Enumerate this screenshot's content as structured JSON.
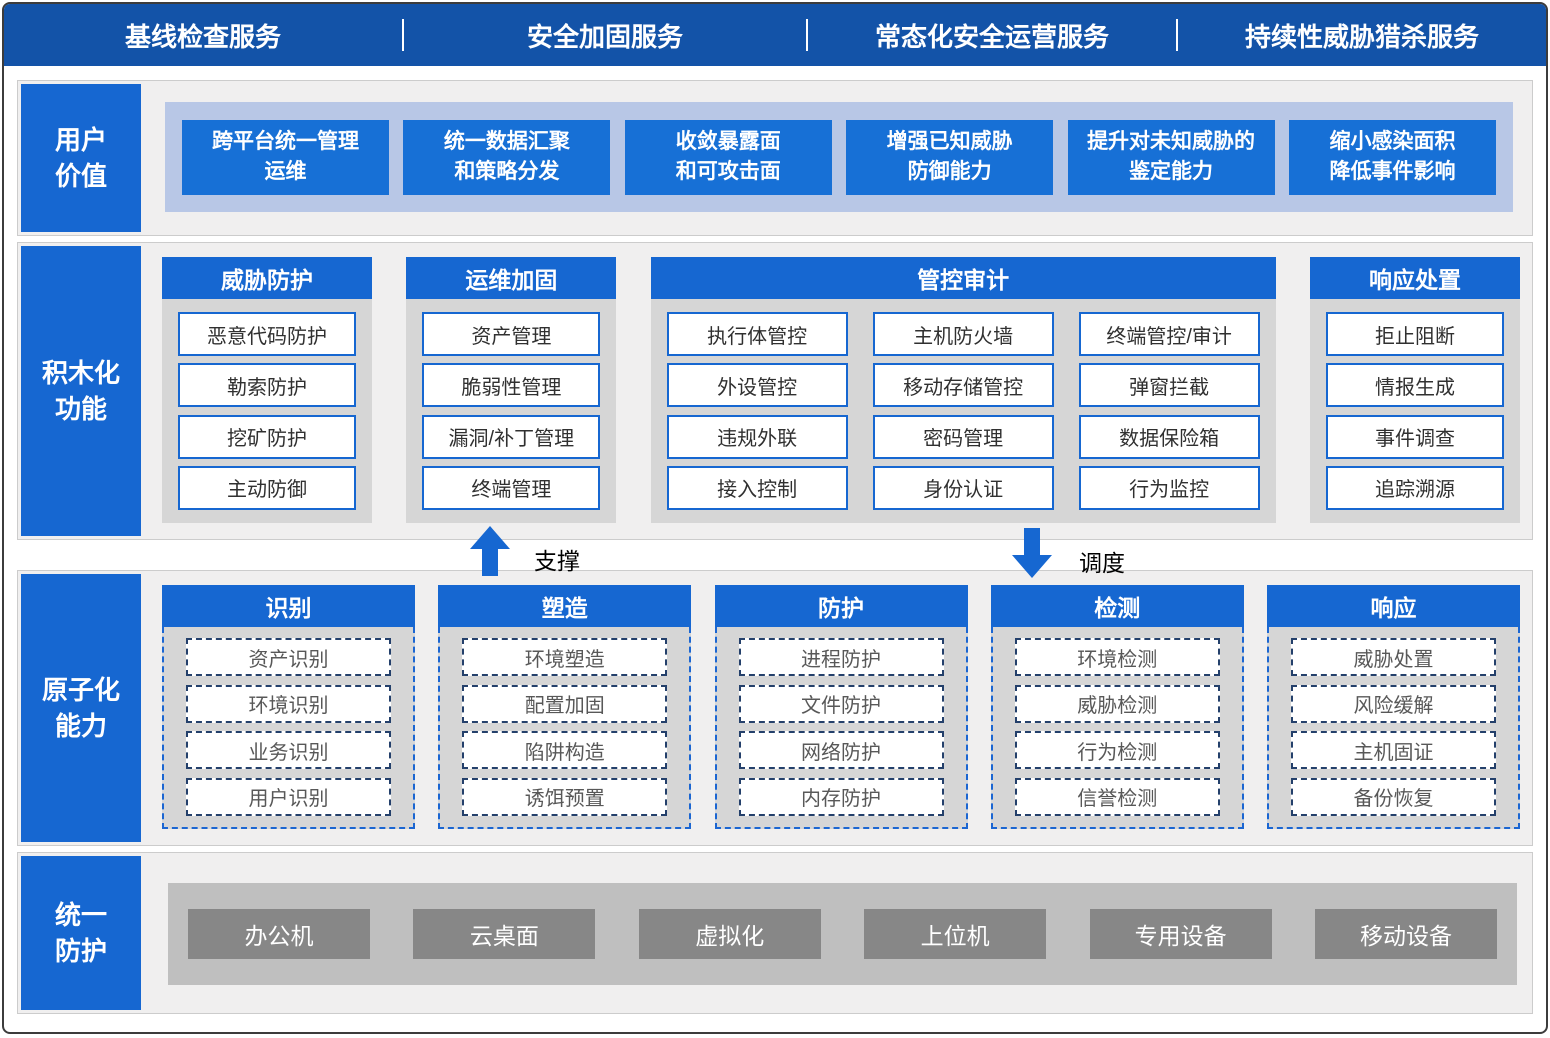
{
  "topbar": {
    "services": [
      "基线检查服务",
      "安全加固服务",
      "常态化安全运营服务",
      "持续性威胁猎杀服务"
    ]
  },
  "user_value_row": {
    "sidebar": "用户\n价值",
    "items": [
      "跨平台统一管理\n运维",
      "统一数据汇聚\n和策略分发",
      "收敛暴露面\n和可攻击面",
      "增强已知威胁\n防御能力",
      "提升对未知威胁的\n鉴定能力",
      "缩小感染面积\n降低事件影响"
    ]
  },
  "functions_row": {
    "sidebar": "积木化\n功能",
    "groups": [
      {
        "title": "威胁防护",
        "items": [
          "恶意代码防护",
          "勒索防护",
          "挖矿防护",
          "主动防御"
        ]
      },
      {
        "title": "运维加固",
        "items": [
          "资产管理",
          "脆弱性管理",
          "漏洞/补丁管理",
          "终端管理"
        ]
      },
      {
        "title": "管控审计",
        "columns": [
          [
            "执行体管控",
            "外设管控",
            "违规外联",
            "接入控制"
          ],
          [
            "主机防火墙",
            "移动存储管控",
            "密码管理",
            "身份认证"
          ],
          [
            "终端管控/审计",
            "弹窗拦截",
            "数据保险箱",
            "行为监控"
          ]
        ]
      },
      {
        "title": "响应处置",
        "items": [
          "拒止阻断",
          "情报生成",
          "事件调查",
          "追踪溯源"
        ]
      }
    ]
  },
  "arrows": {
    "up_label": "支撑",
    "down_label": "调度"
  },
  "abilities_row": {
    "sidebar": "原子化\n能力",
    "groups": [
      {
        "title": "识别",
        "items": [
          "资产识别",
          "环境识别",
          "业务识别",
          "用户识别"
        ]
      },
      {
        "title": "塑造",
        "items": [
          "环境塑造",
          "配置加固",
          "陷阱构造",
          "诱饵预置"
        ]
      },
      {
        "title": "防护",
        "items": [
          "进程防护",
          "文件防护",
          "网络防护",
          "内存防护"
        ]
      },
      {
        "title": "检测",
        "items": [
          "环境检测",
          "威胁检测",
          "行为检测",
          "信誉检测"
        ]
      },
      {
        "title": "响应",
        "items": [
          "威胁处置",
          "风险缓解",
          "主机固证",
          "备份恢复"
        ]
      }
    ]
  },
  "protection_row": {
    "sidebar": "统一\n防护",
    "items": [
      "办公机",
      "云桌面",
      "虚拟化",
      "上位机",
      "专用设备",
      "移动设备"
    ]
  },
  "colors": {
    "topbar_blue": "#1353A8",
    "accent_blue": "#1667D1",
    "card_blue": "#1770D6",
    "light_blue_strip": "#B8C7E6",
    "group_gray": "#D6D6D6",
    "device_strip_gray": "#BFBFBF",
    "device_gray": "#878787",
    "dashed_navy": "#24406B"
  }
}
